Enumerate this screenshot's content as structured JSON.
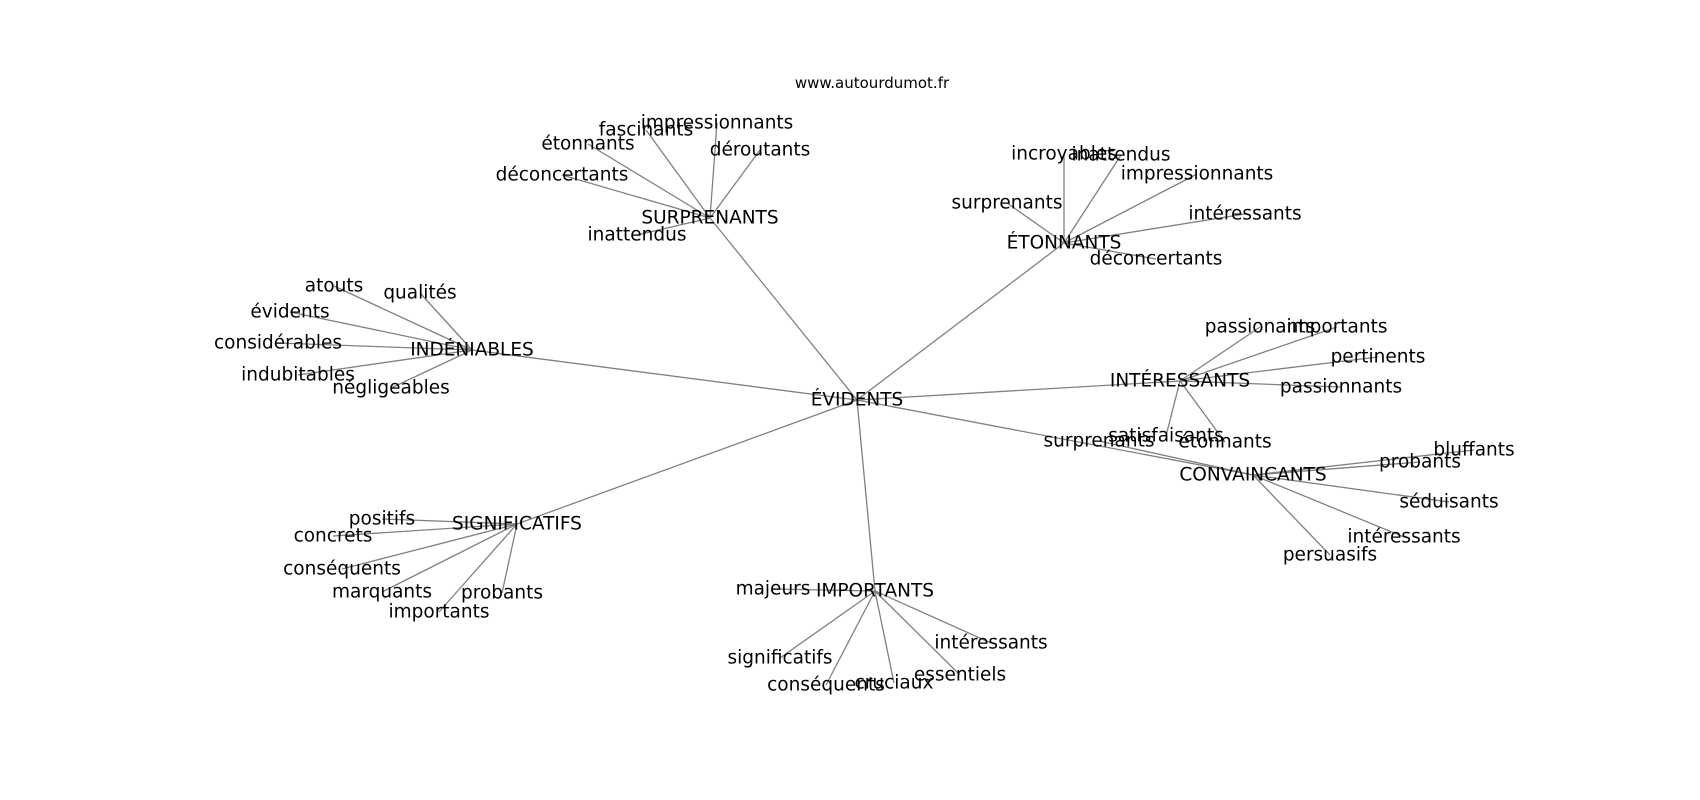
{
  "source": "www.autourdumot.fr",
  "graph": {
    "root": "ÉVIDENTS",
    "hubs": [
      {
        "id": "surprenants",
        "label": "SURPRENANTS",
        "leaves": [
          "impressionnants",
          "fascinants",
          "étonnants",
          "déroutants",
          "déconcertants",
          "inattendus"
        ]
      },
      {
        "id": "etonnants",
        "label": "ÉTONNANTS",
        "leaves": [
          "incroyables",
          "inattendus",
          "impressionnants",
          "surprenants",
          "intéressants",
          "déconcertants"
        ]
      },
      {
        "id": "indeniables",
        "label": "INDÉNIABLES",
        "leaves": [
          "atouts",
          "qualités",
          "évidents",
          "considérables",
          "indubitables",
          "négligeables"
        ]
      },
      {
        "id": "interessants",
        "label": "INTÉRESSANTS",
        "leaves": [
          "passionants",
          "importants",
          "pertinents",
          "passionnants",
          "satisfaisants",
          "étonnants"
        ]
      },
      {
        "id": "convaincants",
        "label": "CONVAINCANTS",
        "leaves": [
          "surprenants",
          "bluffants",
          "probants",
          "séduisants",
          "intéressants",
          "persuasifs"
        ]
      },
      {
        "id": "significatifs",
        "label": "SIGNIFICATIFS",
        "leaves": [
          "positifs",
          "concrets",
          "conséquents",
          "marquants",
          "probants",
          "importants"
        ]
      },
      {
        "id": "importants",
        "label": "IMPORTANTS",
        "leaves": [
          "majeurs",
          "intéressants",
          "significatifs",
          "essentiels",
          "conséquents",
          "cruciaux"
        ]
      }
    ]
  }
}
